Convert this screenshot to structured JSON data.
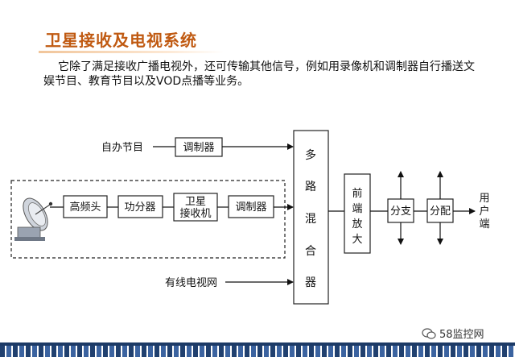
{
  "title": "卫星接收及电视系统",
  "description": {
    "line1": "它除了满足接收广播电视外，还可传输其他信号，例如用录像机和调制器自行播送文",
    "line2": "娱节目、教育节目以及VOD点播等业务。"
  },
  "diagram": {
    "self_program": "自办节目",
    "modulator_top": "调制器",
    "lnb": "高频头",
    "power_splitter": "功分器",
    "satellite_receiver_l1": "卫星",
    "satellite_receiver_l2": "接收机",
    "modulator_mid": "调制器",
    "cable_tv": "有线电视网",
    "mixer_chars": [
      "多",
      "路",
      "混",
      "合",
      "器"
    ],
    "amp_chars": [
      "前",
      "端",
      "放",
      "大"
    ],
    "branch": "分支",
    "distribute": "分配",
    "user_chars": [
      "用",
      "户",
      "端"
    ]
  },
  "watermark": "58监控网"
}
